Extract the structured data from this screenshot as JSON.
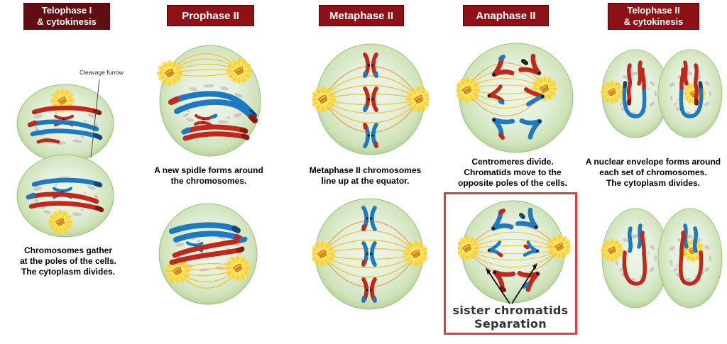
{
  "colors": {
    "header_bg": "#8e1215",
    "header_bg_dark": "#620d11",
    "header_text": "#ffffff",
    "highlight_box_border": "#e8393e",
    "caption_text": "#000000",
    "annotation_text": "#222222",
    "separation_label_text": "#333333",
    "chromosome_red": "#c1281c",
    "chromosome_blue": "#1d79c0",
    "cell_green_edge": "#a3c983",
    "spindle_yellow": "#f2c035",
    "aster_yellow": "#ffd83a"
  },
  "stages": [
    {
      "id": "telophase1",
      "title_lines": [
        "Telophase I",
        "& cytokinesis"
      ],
      "annotation": "Cleavage furrow",
      "caption_lines": [
        "Chromosomes gather",
        "at the poles of the cells.",
        "The cytoplasm divides."
      ]
    },
    {
      "id": "prophase2",
      "title_lines": [
        "Prophase II"
      ],
      "caption_lines": [
        "A new spidle forms around",
        "the chromosomes."
      ]
    },
    {
      "id": "metaphase2",
      "title_lines": [
        "Metaphase II"
      ],
      "caption_lines": [
        "Metaphase II chromosomes",
        "line up at the equator."
      ]
    },
    {
      "id": "anaphase2",
      "title_lines": [
        "Anaphase II"
      ],
      "caption_lines": [
        "Centromeres divide.",
        "Chromatids move to the",
        "opposite poles of the cells."
      ],
      "highlight_label_lines": [
        "sister chromatids",
        "Separation"
      ]
    },
    {
      "id": "telophase2",
      "title_lines": [
        "Telophase II",
        "& cytokinesis"
      ],
      "caption_lines": [
        "A nuclear envelope forms around",
        "each set of chromosomes.",
        "The cytoplasm divides."
      ]
    }
  ]
}
